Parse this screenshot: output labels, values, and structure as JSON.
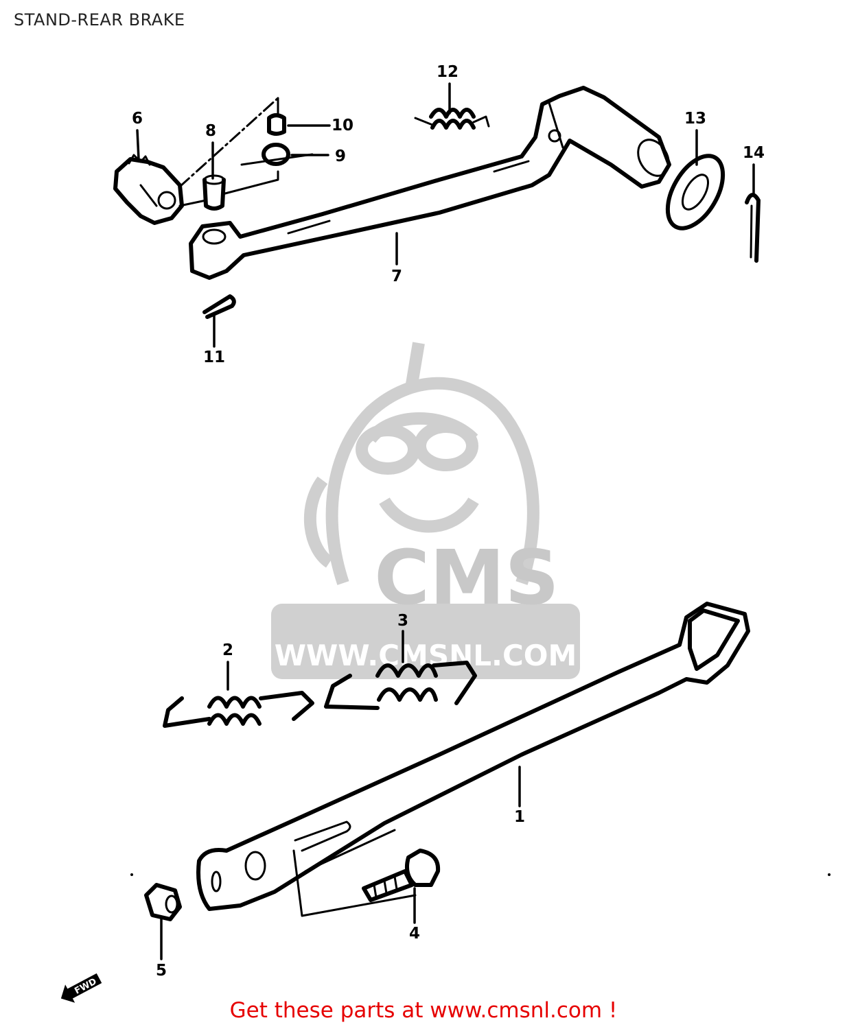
{
  "title": "STAND-REAR BRAKE",
  "footer": "Get these parts at www.cmsnl.com !",
  "watermark": {
    "logo_text": "CMS",
    "url_text": "WWW.CMSNL.COM",
    "color": "#c8c8c8"
  },
  "direction_marker": {
    "label": "FWD"
  },
  "callouts": [
    {
      "id": "1",
      "label": "1"
    },
    {
      "id": "2",
      "label": "2"
    },
    {
      "id": "3",
      "label": "3"
    },
    {
      "id": "4",
      "label": "4"
    },
    {
      "id": "5",
      "label": "5"
    },
    {
      "id": "6",
      "label": "6"
    },
    {
      "id": "7",
      "label": "7"
    },
    {
      "id": "8",
      "label": "8"
    },
    {
      "id": "9",
      "label": "9"
    },
    {
      "id": "10",
      "label": "10"
    },
    {
      "id": "11",
      "label": "11"
    },
    {
      "id": "12",
      "label": "12"
    },
    {
      "id": "13",
      "label": "13"
    },
    {
      "id": "14",
      "label": "14"
    }
  ],
  "colors": {
    "ink": "#000000",
    "footer": "#e60000"
  }
}
